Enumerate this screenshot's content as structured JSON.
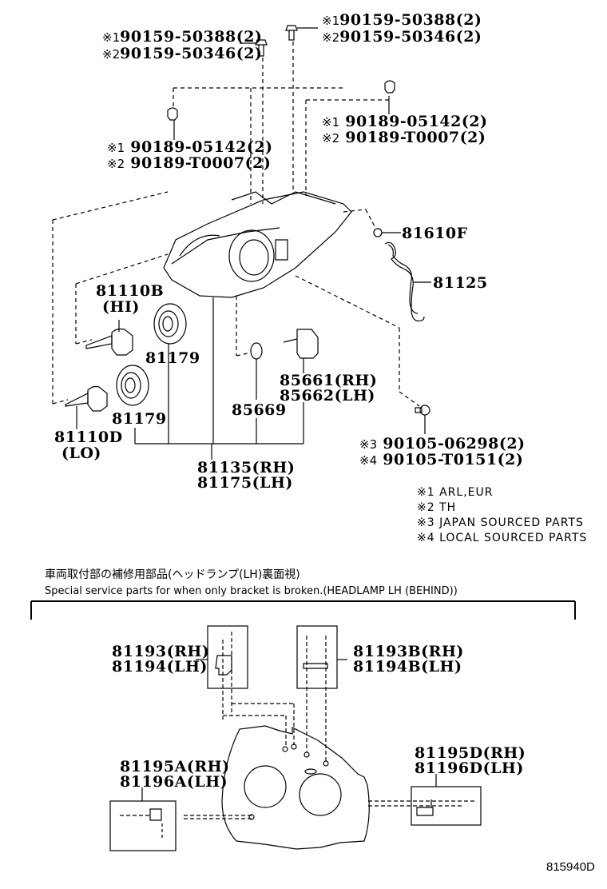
{
  "diagram": {
    "figure_number": "815940D",
    "fasteners": {
      "bolt_top_left": [
        {
          "marker": "※1",
          "part": "90159-50388",
          "qty": "(2)"
        },
        {
          "marker": "※2",
          "part": "90159-50346",
          "qty": "(2)"
        }
      ],
      "bolt_top_right": [
        {
          "marker": "※1",
          "part": "90159-50388",
          "qty": "(2)"
        },
        {
          "marker": "※2",
          "part": "90159-50346",
          "qty": "(2)"
        }
      ],
      "clip_left": [
        {
          "marker": "※1",
          "part": "90189-05142",
          "qty": "(2)"
        },
        {
          "marker": "※2",
          "part": "90189-T0007",
          "qty": "(2)"
        }
      ],
      "clip_right": [
        {
          "marker": "※1",
          "part": "90189-05142",
          "qty": "(2)"
        },
        {
          "marker": "※2",
          "part": "90189-T0007",
          "qty": "(2)"
        }
      ],
      "screw_bottom": [
        {
          "marker": "※3",
          "part": "90105-06298",
          "qty": "(2)"
        },
        {
          "marker": "※4",
          "part": "90105-T0151",
          "qty": "(2)"
        }
      ]
    },
    "parts": {
      "bulb_hi": {
        "number": "81110B",
        "note": "(HI)"
      },
      "bulb_lo": {
        "number": "81110D",
        "note": "(LO)"
      },
      "cover_upper": {
        "number": "81179"
      },
      "cover_lower": {
        "number": "81179"
      },
      "oring": {
        "number": "85669"
      },
      "leveling_motor": {
        "rh": "85661(RH)",
        "lh": "85662(LH)"
      },
      "headlamp_assy": {
        "rh": "81135(RH)",
        "lh": "81175(LH)"
      },
      "side_bulb": {
        "number": "81610F"
      },
      "socket_wire": {
        "number": "81125"
      }
    },
    "legend": [
      {
        "marker": "※1",
        "text": "ARL,EUR"
      },
      {
        "marker": "※2",
        "text": "TH"
      },
      {
        "marker": "※3",
        "text": "JAPAN SOURCED PARTS"
      },
      {
        "marker": "※4",
        "text": "LOCAL SOURCED PARTS"
      }
    ],
    "service_section": {
      "title_jp": "車両取付部の補修用部品(ヘッドランプ(LH)裏面視)",
      "title_en": "Special service parts for when only bracket is broken.(HEADLAMP LH (BEHIND))",
      "brackets": {
        "upper_left": {
          "rh": "81193(RH)",
          "lh": "81194(LH)"
        },
        "upper_right": {
          "rh": "81193B(RH)",
          "lh": "81194B(LH)"
        },
        "lower_left": {
          "rh": "81195A(RH)",
          "lh": "81196A(LH)"
        },
        "lower_right": {
          "rh": "81195D(RH)",
          "lh": "81196D(LH)"
        }
      }
    }
  }
}
